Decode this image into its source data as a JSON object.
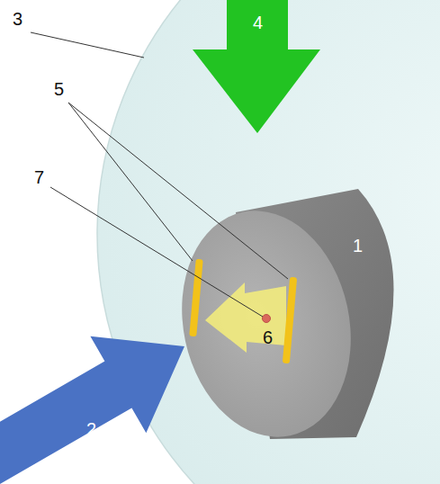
{
  "diagram": {
    "labels": [
      "4",
      "3",
      "5",
      "7",
      "1",
      "6",
      "2"
    ]
  }
}
